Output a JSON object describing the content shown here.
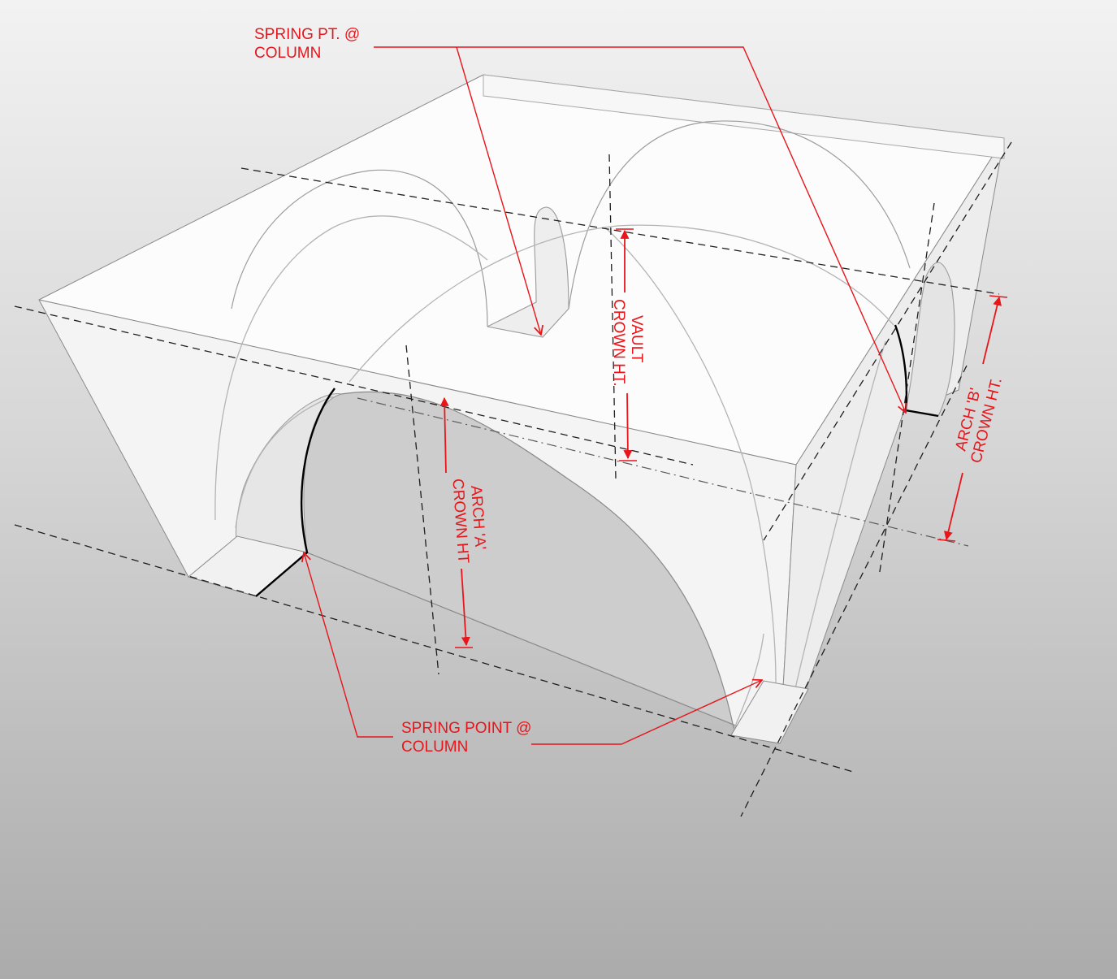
{
  "annotations": {
    "spring_pt_top": [
      "SPRING PT. @",
      "COLUMN"
    ],
    "spring_point_bottom": [
      "SPRING POINT @",
      "COLUMN"
    ],
    "vault_crown": [
      "VAULT",
      "CROWN HT."
    ],
    "arch_a_crown": [
      "ARCH 'A'",
      "CROWN HT"
    ],
    "arch_b_crown": [
      "ARCH 'B'",
      "CROWN HT."
    ]
  },
  "colors": {
    "annotation": "#e8151b",
    "dash_lines": "#1e1e1e",
    "model_fill": "#ffffff",
    "model_edges": "#8a8a8a",
    "background_top": "#f2f2f2",
    "background_bottom": "#ababab"
  }
}
